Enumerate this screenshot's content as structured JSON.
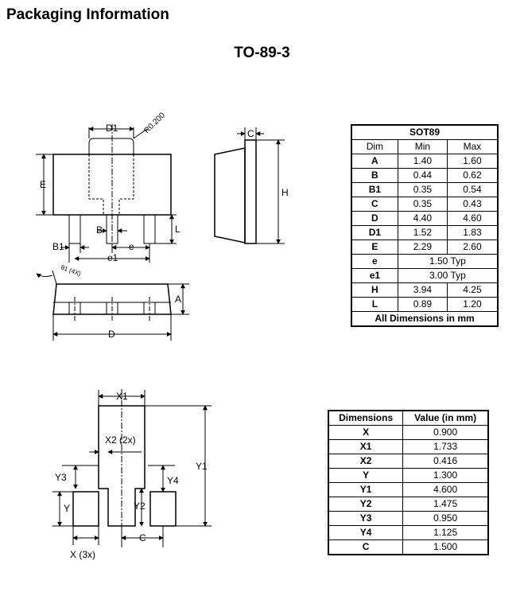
{
  "header": {
    "title": "Packaging Information",
    "package_name": "TO-89-3"
  },
  "drawing_labels": {
    "D1": "D1",
    "R": "R0.200",
    "E": "E",
    "B": "B",
    "L": "L",
    "B1": "B1",
    "e": "e",
    "e1": "e1",
    "C": "C",
    "H": "H",
    "theta": "θ1 (4X)",
    "A": "A",
    "D": "D",
    "X1": "X1",
    "X2": "X2 (2x)",
    "Y1": "Y1",
    "Y3": "Y3",
    "Y4": "Y4",
    "Y": "Y",
    "Y2": "Y2",
    "Cland": "C",
    "X3": "X (3x)"
  },
  "dimension_table": {
    "title": "SOT89",
    "headers": [
      "Dim",
      "Min",
      "Max"
    ],
    "rows": [
      {
        "dim": "A",
        "min": "1.40",
        "max": "1.60"
      },
      {
        "dim": "B",
        "min": "0.44",
        "max": "0.62"
      },
      {
        "dim": "B1",
        "min": "0.35",
        "max": "0.54"
      },
      {
        "dim": "C",
        "min": "0.35",
        "max": "0.43"
      },
      {
        "dim": "D",
        "min": "4.40",
        "max": "4.60"
      },
      {
        "dim": "D1",
        "min": "1.52",
        "max": "1.83"
      },
      {
        "dim": "E",
        "min": "2.29",
        "max": "2.60"
      }
    ],
    "typ_rows": [
      {
        "dim": "e",
        "value": "1.50 Typ"
      },
      {
        "dim": "e1",
        "value": "3.00 Typ"
      }
    ],
    "rows2": [
      {
        "dim": "H",
        "min": "3.94",
        "max": "4.25"
      },
      {
        "dim": "L",
        "min": "0.89",
        "max": "1.20"
      }
    ],
    "footer": "All Dimensions in mm"
  },
  "land_table": {
    "headers": [
      "Dimensions",
      "Value (in mm)"
    ],
    "rows": [
      {
        "dim": "X",
        "value": "0.900"
      },
      {
        "dim": "X1",
        "value": "1.733"
      },
      {
        "dim": "X2",
        "value": "0.416"
      },
      {
        "dim": "Y",
        "value": "1.300"
      },
      {
        "dim": "Y1",
        "value": "4.600"
      },
      {
        "dim": "Y2",
        "value": "1.475"
      },
      {
        "dim": "Y3",
        "value": "0.950"
      },
      {
        "dim": "Y4",
        "value": "1.125"
      },
      {
        "dim": "C",
        "value": "1.500"
      }
    ]
  }
}
